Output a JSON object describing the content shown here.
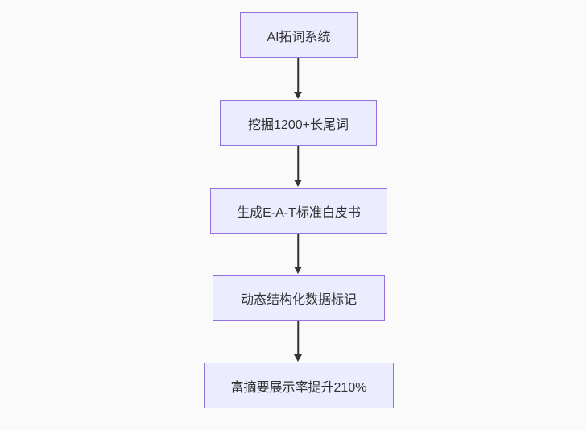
{
  "diagram": {
    "type": "flowchart",
    "direction": "top-down",
    "nodes": [
      {
        "id": "A",
        "label": "AI拓词系统"
      },
      {
        "id": "B",
        "label": "挖掘1200+长尾词"
      },
      {
        "id": "C",
        "label": "生成E-A-T标准白皮书"
      },
      {
        "id": "D",
        "label": "动态结构化数据标记"
      },
      {
        "id": "E",
        "label": "富摘要展示率提升210%"
      }
    ],
    "edges": [
      {
        "from": "A",
        "to": "B"
      },
      {
        "from": "B",
        "to": "C"
      },
      {
        "from": "C",
        "to": "D"
      },
      {
        "from": "D",
        "to": "E"
      }
    ],
    "colors": {
      "background": "#fafafa",
      "node_fill": "#ececff",
      "node_border": "#9370db",
      "node_text": "#333333",
      "arrow": "#333333"
    }
  }
}
